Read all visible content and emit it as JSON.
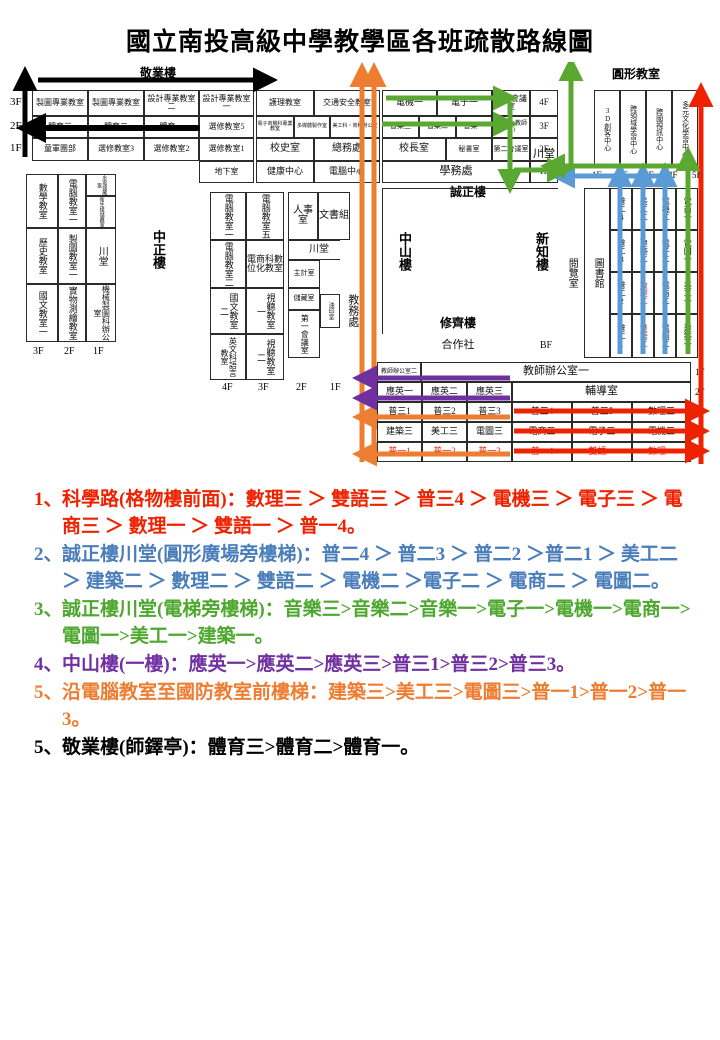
{
  "title": "國立南投高級中學教學區各班疏散路線圖",
  "buildings": {
    "jingye": "敬業樓",
    "zhongzheng": "中正樓",
    "chuantang_zz": "川堂",
    "chuantang_mid": "川堂",
    "chuantang_cz": "川堂",
    "chengzheng": "誠正樓",
    "zhongshan": "中山樓",
    "xiuqi": "修齊樓",
    "xinzhi": "新知樓",
    "yuelan": "閱覽室",
    "tushuguan": "圖書館",
    "yuanxing": "圓形教室",
    "jiaowuchu": "教務處"
  },
  "floor_marks": {
    "jingye": [
      "3F",
      "2F",
      "1F"
    ],
    "zhongzheng": [
      "3F",
      "2F",
      "1F"
    ],
    "zhongshan": [
      "4F",
      "3F",
      "2F",
      "1F"
    ],
    "chengzheng": [
      "4F",
      "3F",
      "2F",
      "1F"
    ],
    "yuanxing": [
      "BF",
      "1F",
      "2F",
      "3F",
      "4F",
      "5F"
    ],
    "xiuqi_right": [
      "1F",
      "2F",
      "3F",
      "4F",
      "5F"
    ]
  },
  "jingye_rooms": {
    "f3": [
      "製圖專業教室",
      "製圖專業教室",
      "設計專業教室二",
      "設計專業教室一"
    ],
    "f2": [
      "體育三",
      "體育二",
      "體育一",
      "選修教室5"
    ],
    "f1": [
      "童軍團部",
      "選修教室3",
      "選修教室2",
      "選修教室1"
    ]
  },
  "geyu_rooms": {
    "f3": [
      "護理教室",
      "交通安全教室"
    ],
    "f2": [
      "電子商機科專業教室",
      "多媒體製作室",
      "美工科‧商科辦公室"
    ],
    "f1": [
      "校史室",
      "總務處"
    ],
    "bf": [
      "地下室",
      "健康中心",
      "電腦中心"
    ]
  },
  "chengzheng_rooms": {
    "f4": [
      "電機一",
      "電子一",
      "學生會議室"
    ],
    "f3": [
      "音樂三",
      "音樂二",
      "音樂一",
      "副主席(教師會)"
    ],
    "f2": [
      "校長室",
      "秘書室",
      "第二會議室"
    ],
    "f1": [
      "學務處"
    ]
  },
  "zhongzheng_rooms": {
    "col_a": [
      "數學教室",
      "歷史教室",
      "國文教室一"
    ],
    "col_b": [
      "電腦教室一",
      "製圖教室一",
      "實物測繪教室"
    ],
    "col_c_top": [
      "水電儲藏室",
      "衛生組儲藏室"
    ],
    "col_c": [
      "川堂",
      "機械製圖科辦公室"
    ]
  },
  "zhongshan_rooms": {
    "col_a": [
      "電腦教室一",
      "電腦教室二",
      "國文教室二",
      "英文科語言教室"
    ],
    "col_b": [
      "電腦教室五",
      "電商科數位化教室",
      "視聽教室一",
      "視聽教室二"
    ],
    "col_c": [
      "人事室",
      "文書組",
      "川堂",
      "主計室",
      "儲藏室",
      "第一會議室",
      "油印室"
    ],
    "extra": [
      "教務處",
      "教師辦公室二"
    ]
  },
  "yuanxing_rooms": [
    "3D創客中心",
    "跨領域學習中心",
    "跨國視訊中心",
    "多元文化學習中心"
  ],
  "xiuqi_rooms": {
    "bf": [
      "合作社",
      "BF"
    ],
    "f1": [
      "教師辦公室二",
      "教師辦公室一"
    ],
    "f2": [
      "應英一",
      "應英二",
      "應英三",
      "輔導室"
    ],
    "f3": [
      "普三1",
      "普三2",
      "普三3",
      "普三4",
      "普三5",
      "數理三"
    ],
    "f4": [
      "建築三",
      "美工三",
      "電圖三",
      "電商三",
      "電子三",
      "電機三"
    ],
    "f5": [
      "普一1",
      "普一2",
      "普一3",
      "普一4",
      "雙語一",
      "數理一"
    ]
  },
  "xinzhi_cols": {
    "c1": [
      "普二4",
      "普二3",
      "普二2",
      "普二1"
    ],
    "c2": [
      "美工二",
      "建築二",
      "數理二",
      "雙語二"
    ],
    "c3": [
      "電機二",
      "電子二",
      "電商二",
      "電圖二"
    ],
    "c4": [
      "電商一",
      "電圖一",
      "美工一",
      "建築一"
    ]
  },
  "colors": {
    "red": "#ee2200",
    "blue": "#5b9bd5",
    "green": "#5aa832",
    "purple": "#7030a0",
    "orange": "#ed7d31",
    "black": "#000000"
  },
  "routes": [
    {
      "num": "1、",
      "color": "#ee2200",
      "text": "科學路(格物樓前面)：數理三 ＞ 雙語三 ＞ 普三4 ＞ 電機三 ＞ 電子三 ＞ 電商三 ＞ 數理一 ＞ 雙語一 ＞ 普一4。"
    },
    {
      "num": "2、",
      "color": "#4a7ebb",
      "text": "誠正樓川堂(圓形廣場旁樓梯)：普二4 ＞ 普二3 ＞ 普二2 ＞普二1 ＞ 美工二 ＞ 建築二 ＞ 數理二 ＞ 雙語二 ＞ 電機二 ＞電子二 ＞ 電商二 ＞ 電圖二。"
    },
    {
      "num": "3、",
      "color": "#4ea72e",
      "text": "誠正樓川堂(電梯旁樓梯)：音樂三>音樂二>音樂一>電子一>電機一>電商一>電圖一>美工一>建築一。"
    },
    {
      "num": "4、",
      "color": "#7030a0",
      "text": "中山樓(一樓)：應英一>應英二>應英三>普三1>普三2>普三3。"
    },
    {
      "num": "5、",
      "color": "#ed7d31",
      "text": "沿電腦教室至國防教室前樓梯：建築三>美工三>電圖三>普一1>普一2>普一3。"
    },
    {
      "num": "5、",
      "color": "#000000",
      "text": "敬業樓(師鐸亭)：體育三>體育二>體育一。"
    }
  ]
}
